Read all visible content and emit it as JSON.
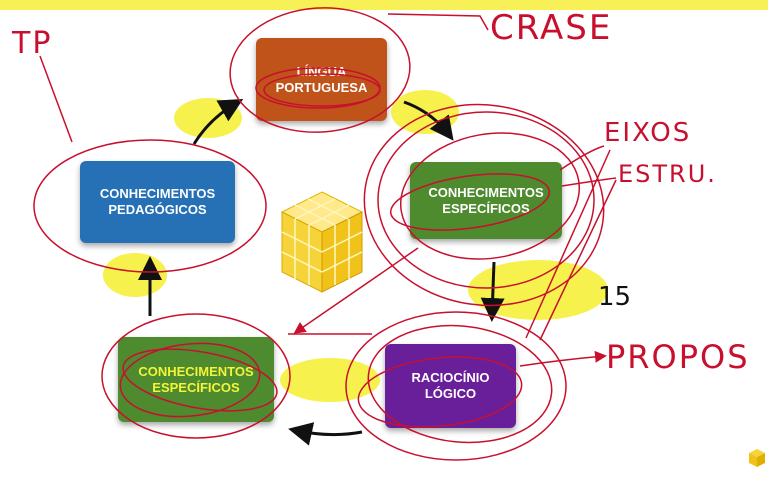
{
  "boxes": {
    "lingua": "LÍNGUA\nPORTUGUESA",
    "especificos_1": "CONHECIMENTOS\nESPECÍFICOS",
    "raciocinio": "RACIOCÍNIO\nLÓGICO",
    "especificos_2": "CONHECIMENTOS\nESPECÍFICOS",
    "pedagogicos": "CONHECIMENTOS\nPEDAGÓGICOS"
  },
  "annotations": {
    "tp": "TP",
    "crase": "CRASE",
    "eixos": "EIXOS",
    "estru": "ESTRU.",
    "propos": "PROPOS",
    "number": "15"
  },
  "colors": {
    "lingua": "#c0531a",
    "especificos": "#4e8a2e",
    "raciocinio": "#6a1f9a",
    "pedagogicos": "#2671b6",
    "highlight": "#f6ef3a",
    "ink_red": "#c8102e"
  }
}
